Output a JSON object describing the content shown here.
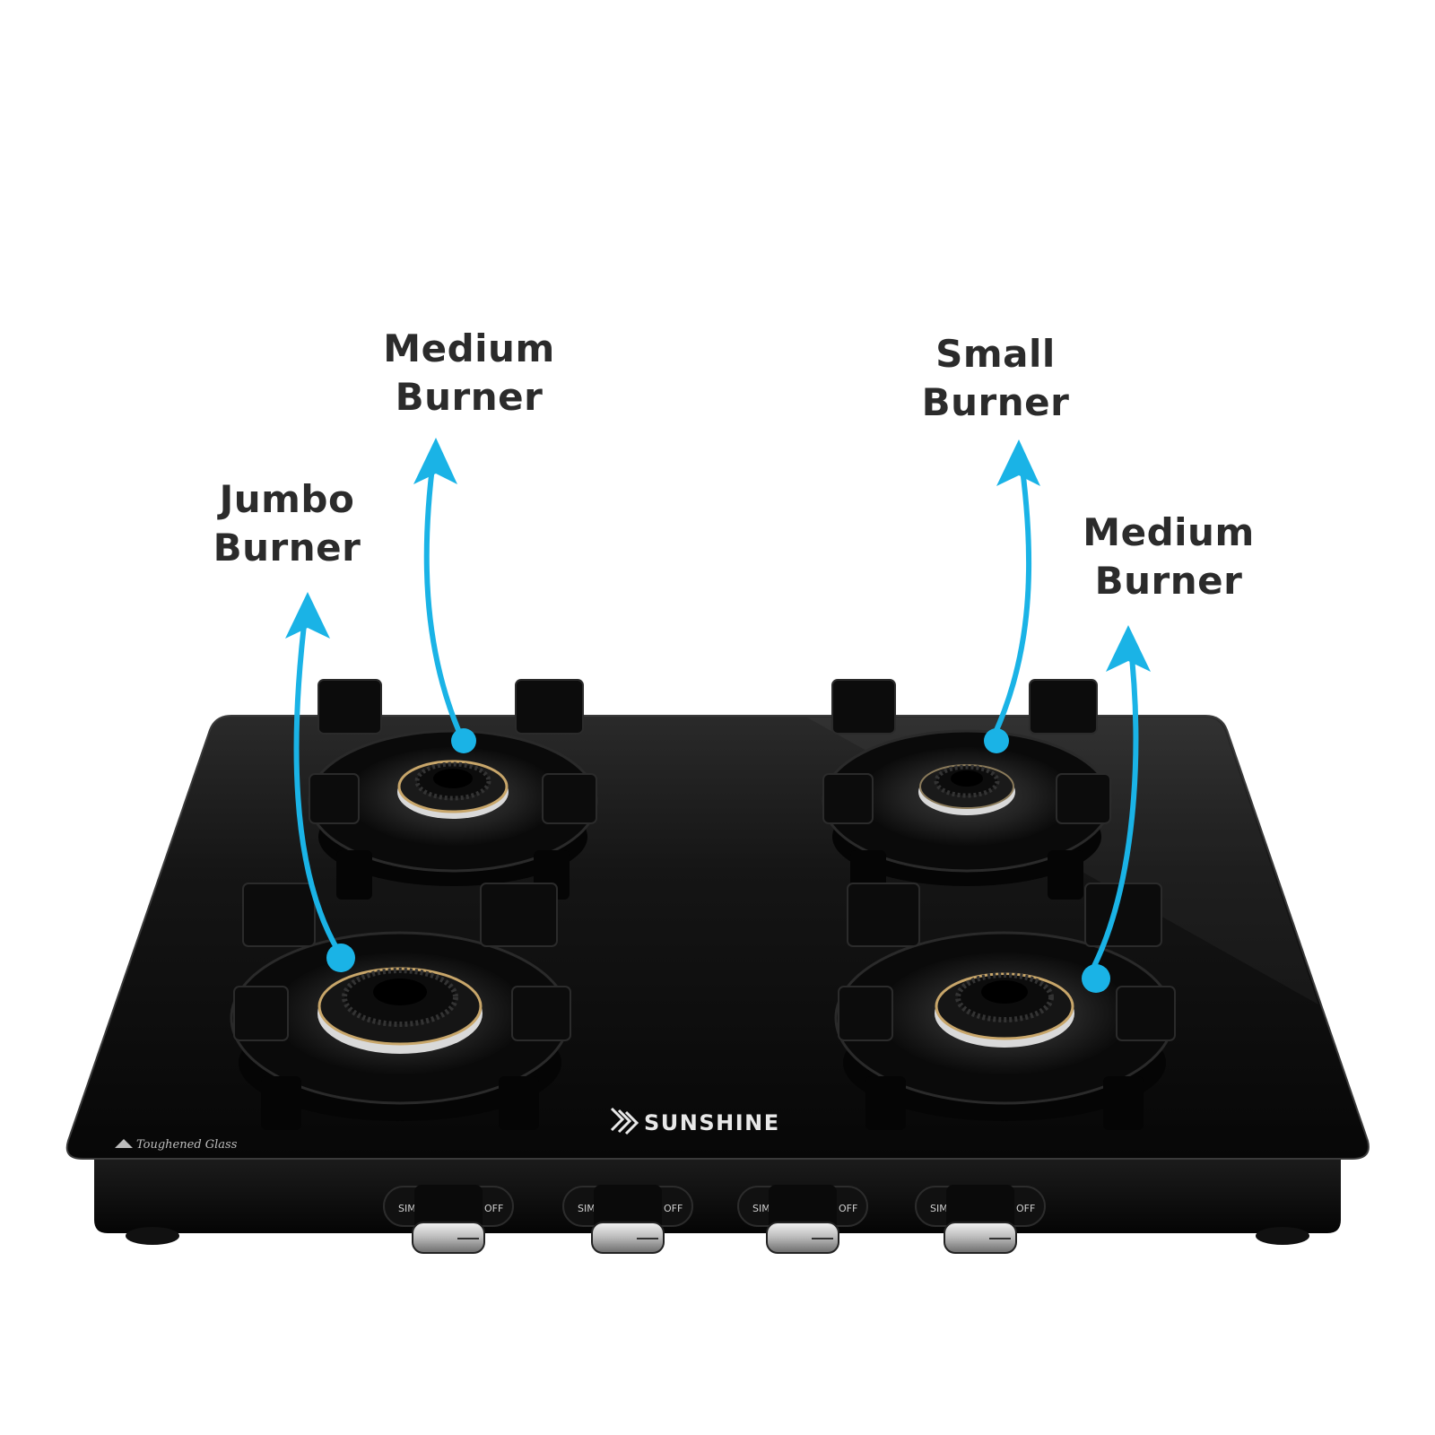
{
  "labels": {
    "jumbo": {
      "line1": "Jumbo",
      "line2": "Burner"
    },
    "medium_left": {
      "line1": "Medium",
      "line2": "Burner"
    },
    "small": {
      "line1": "Small",
      "line2": "Burner"
    },
    "medium_right": {
      "line1": "Medium",
      "line2": "Burner"
    }
  },
  "brand": {
    "name": "SUNSHINE",
    "glass_mark": "Toughened Glass"
  },
  "knobs": [
    {
      "sim_label": "SIM",
      "off_label": "OFF"
    },
    {
      "sim_label": "SIM",
      "off_label": "OFF"
    },
    {
      "sim_label": "SIM",
      "off_label": "OFF"
    },
    {
      "sim_label": "SIM",
      "off_label": "OFF"
    }
  ],
  "colors": {
    "accent": "#1ab3e6",
    "label_text": "#2b2b2b",
    "glass": "#0d0d0d",
    "brass": "#c8a66a"
  }
}
